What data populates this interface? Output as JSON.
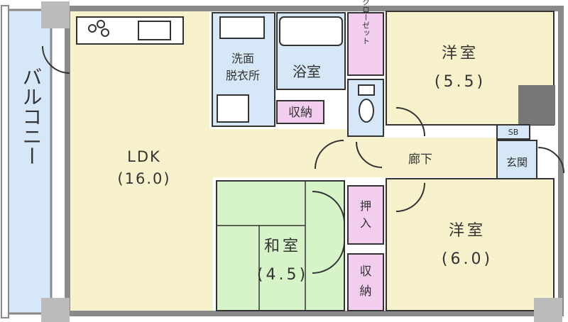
{
  "colors": {
    "wall": "#8a8a8a",
    "wood_floor": "#f7f2cc",
    "tatami": "#d7f3c8",
    "wet_area": "#d6e8f7",
    "balcony": "#d6e8f7",
    "storage": "#f3cdee",
    "line": "#333333",
    "fixture": "#ffffff",
    "dark_tile": "#777777"
  },
  "rooms": {
    "balcony": "バルコニー",
    "ldk": {
      "name": "LDK",
      "size": "(16.0)"
    },
    "washroom": {
      "line1": "洗面",
      "line2": "脱衣所"
    },
    "bath": "浴室",
    "closet": "クローゼット",
    "western1": {
      "name": "洋室",
      "size": "(5.5)"
    },
    "western2": {
      "name": "洋室",
      "size": "(6.0)"
    },
    "japanese": {
      "name": "和室",
      "size": "(4.5)"
    },
    "storage1": "収納",
    "storage2": {
      "c1": "収",
      "c2": "納"
    },
    "oshiire": {
      "c1": "押",
      "c2": "入"
    },
    "hallway": "廊下",
    "shoe_box": "SB",
    "entrance": "玄関"
  }
}
